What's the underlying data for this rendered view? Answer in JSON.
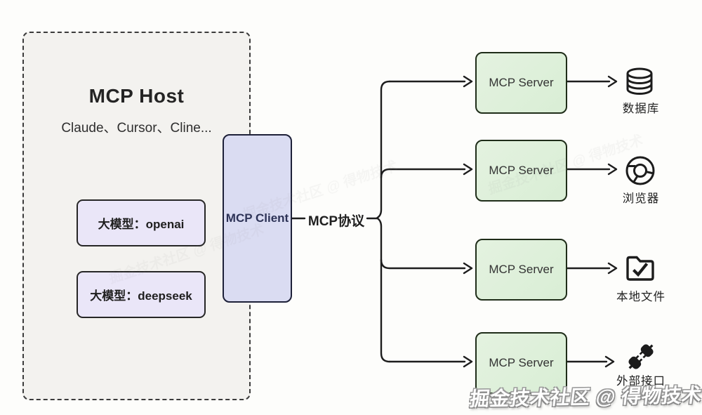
{
  "host": {
    "title": "MCP Host",
    "subtitle": "Claude、Cursor、Cline...",
    "models": [
      {
        "label": "大模型：openai"
      },
      {
        "label": "大模型：deepseek"
      }
    ]
  },
  "client": {
    "label": "MCP Client"
  },
  "protocol_label": "MCP协议",
  "servers": [
    {
      "label": "MCP Server",
      "target": {
        "icon": "database-icon",
        "label": "数据库"
      }
    },
    {
      "label": "MCP Server",
      "target": {
        "icon": "browser-icon",
        "label": "浏览器"
      }
    },
    {
      "label": "MCP Server",
      "target": {
        "icon": "local-file-icon",
        "label": "本地文件"
      }
    },
    {
      "label": "MCP Server",
      "target": {
        "icon": "external-api-icon",
        "label": "外部接口"
      }
    }
  ],
  "watermark": "掘金技术社区 @ 得物技术",
  "colors": {
    "line": "#1d1d1d",
    "host_fill": "#f3f2ef",
    "host_border": "#3b3b3b",
    "model_fill": "#eae6f8",
    "model_border": "#262626",
    "client_fill": "#dadcf2",
    "client_border": "#1d2038",
    "client_text": "#2d3357",
    "server_fill": "#d9eed5",
    "server_border": "#1f2d19",
    "title_text": "#242424",
    "icon_stroke": "#1c1c1c"
  }
}
